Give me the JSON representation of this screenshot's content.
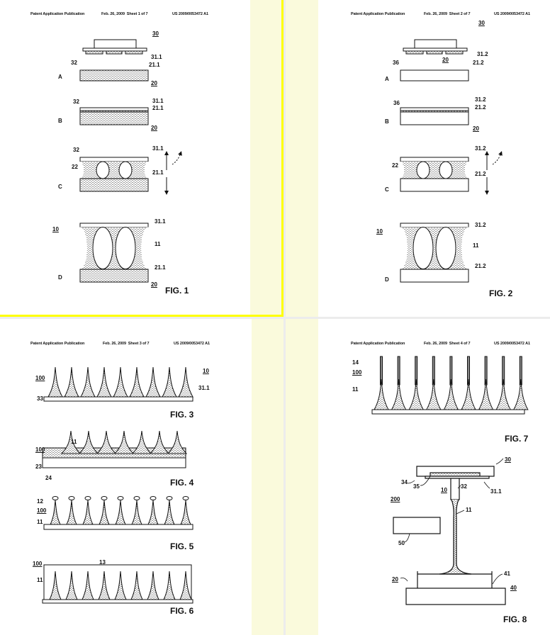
{
  "pages": [
    {
      "header": {
        "left": "Patent Application Publication",
        "mid": "Feb. 26, 2009  Sheet 1 of 7",
        "right": "US 2009/0053472 A1"
      },
      "selected": true,
      "labels": [
        "30",
        "31.1",
        "32",
        "21.1",
        "A",
        "20",
        "32",
        "31.1",
        "21.1",
        "B",
        "20",
        "32",
        "31.1",
        "22",
        "21.1",
        "C",
        "10",
        "31.1",
        "11",
        "21.1",
        "D",
        "20"
      ],
      "figures": [
        "FIG. 1"
      ]
    },
    {
      "header": {
        "left": "Patent Application Publication",
        "mid": "Feb. 26, 2009  Sheet 2 of 7",
        "right": "US 2009/0053472 A1"
      },
      "selected": false,
      "labels": [
        "30",
        "31.2",
        "36",
        "20",
        "21.2",
        "A",
        "36",
        "31.2",
        "21.2",
        "B",
        "20",
        "31.2",
        "22",
        "21.2",
        "C",
        "10",
        "31.2",
        "11",
        "21.2",
        "D"
      ],
      "figures": [
        "FIG. 2"
      ]
    },
    {
      "header": {
        "left": "Patent Application Publication",
        "mid": "Feb. 26, 2009  Sheet 3 of 7",
        "right": "US 2009/0053472 A1"
      },
      "selected": false,
      "labels": [
        "100",
        "10",
        "33",
        "31.1",
        "100",
        "11",
        "23",
        "24",
        "12",
        "100",
        "11",
        "100",
        "13",
        "11"
      ],
      "figures": [
        "FIG. 3",
        "FIG. 4",
        "FIG. 5",
        "FIG. 6"
      ]
    },
    {
      "header": {
        "left": "Patent Application Publication",
        "mid": "Feb. 26, 2009  Sheet 4 of 7",
        "right": "US 2009/0053472 A1"
      },
      "selected": false,
      "labels": [
        "14",
        "100",
        "11",
        "30",
        "34",
        "35",
        "10",
        "32",
        "31.1",
        "200",
        "11",
        "50",
        "20",
        "41",
        "40"
      ],
      "figures": [
        "FIG. 7",
        "FIG. 8"
      ]
    }
  ],
  "colors": {
    "selection": "#ffff00",
    "margin": "#fafadc",
    "gap": "#ececec"
  }
}
